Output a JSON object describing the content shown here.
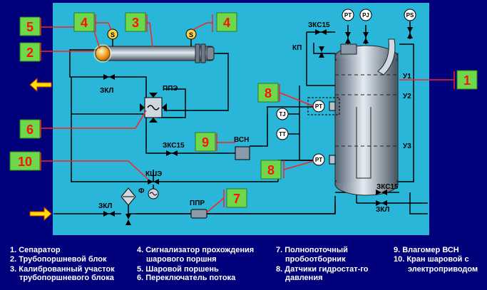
{
  "badges": {
    "b1": "1",
    "b2": "2",
    "b3": "3",
    "b4a": "4",
    "b4b": "4",
    "b5": "5",
    "b6": "6",
    "b7": "7",
    "b8a": "8",
    "b8b": "8",
    "b9": "9",
    "b10": "10"
  },
  "labels": {
    "zks15_top": "ЗКС15",
    "kp": "КП",
    "zkl_top": "ЗКЛ",
    "ppe": "ППЭ",
    "zks15_mid": "ЗКС15",
    "vsn": "ВСН",
    "kshe": "КШЭ",
    "f": "Ф",
    "zkl_bot": "ЗКЛ",
    "ppr": "ППР",
    "zks15_right": "ЗКС15",
    "zkl_right": "ЗКЛ",
    "u1": "У1",
    "u2": "У2",
    "u3": "У3"
  },
  "instruments": {
    "s1": "S",
    "s2": "S",
    "pt_top": "PT",
    "pj_top": "PJ",
    "ps_top": "PS",
    "pt_mid": "PT",
    "tj": "TJ",
    "tt": "TT",
    "pt_low": "PT"
  },
  "legend": [
    "1. Сепаратор",
    "2. Трубопоршневой блок",
    "3. Калиброванный участок",
    "трубопоршневого блока",
    "4. Сигнализатор прохождения",
    "шарового поршня",
    "5. Шаровой поршень",
    "6. Переключатель потока",
    "7. Полнопоточный",
    "пробоотборник",
    "8. Датчики гидростат-го",
    "давления",
    "9.   Влагомер ВСН",
    "10. Кран шаровой с",
    "электроприводом"
  ],
  "colors": {
    "background": "#00007a",
    "panel": "#29b6d8",
    "badge": "#6fd84a",
    "badge_text": "#ff1010",
    "pointer": "#ff2020",
    "arrow": "#ffe000"
  }
}
